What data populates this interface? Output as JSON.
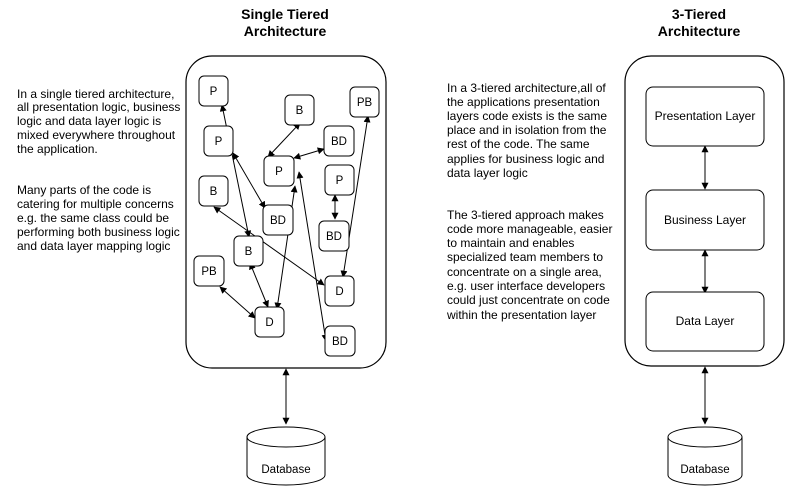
{
  "left": {
    "title_line1": "Single Tiered",
    "title_line2": "Architecture",
    "para1": [
      "In a single tiered architecture,",
      "all presentation logic, business",
      "logic and data layer logic is",
      "mixed everywhere throughout",
      "the application."
    ],
    "para2": [
      "Many parts of the code is",
      "catering for multiple concerns",
      "e.g. the same class could be",
      "performing both business logic",
      "and data layer mapping logic"
    ],
    "nodes": {
      "P": "P",
      "B": "B",
      "PB": "PB",
      "BD": "BD",
      "D": "D"
    },
    "database": "Database"
  },
  "right": {
    "title_line1": "3-Tiered",
    "title_line2": "Architecture",
    "para1": [
      "In a 3-tiered architecture,all of",
      "the applications presentation",
      "layers code exists is the same",
      "place and in isolation from the",
      "rest of the code. The same",
      "applies for business logic and",
      "data layer logic"
    ],
    "para2": [
      "The 3-tiered approach makes",
      "code more manageable, easier",
      "to maintain and enables",
      "specialized team members to",
      "concentrate on a single area,",
      "e.g. user interface developers",
      "could just concentrate on code",
      "within the presentation layer"
    ],
    "layers": {
      "presentation": "Presentation Layer",
      "business": "Business Layer",
      "data": "Data Layer"
    },
    "database": "Database"
  }
}
